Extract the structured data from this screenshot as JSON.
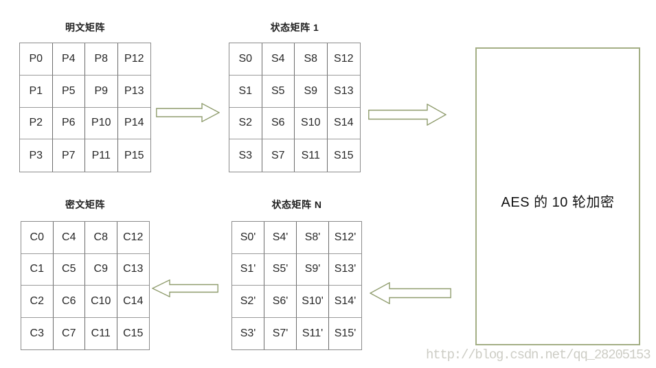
{
  "page": {
    "background": "#ffffff"
  },
  "colors": {
    "shape_stroke": "#8f9c6d",
    "box_stroke": "#a3ae84",
    "table_line": "#6b6b6b",
    "cell_text": "#262626",
    "watermark_text": "#cdcdc5"
  },
  "matrices": [
    {
      "id": "plaintext",
      "title": "明文矩阵",
      "cells": [
        [
          "P0",
          "P4",
          "P8",
          "P12"
        ],
        [
          "P1",
          "P5",
          "P9",
          "P13"
        ],
        [
          "P2",
          "P6",
          "P10",
          "P14"
        ],
        [
          "P3",
          "P7",
          "P11",
          "P15"
        ]
      ]
    },
    {
      "id": "state1",
      "title": "状态矩阵 1",
      "cells": [
        [
          "S0",
          "S4",
          "S8",
          "S12"
        ],
        [
          "S1",
          "S5",
          "S9",
          "S13"
        ],
        [
          "S2",
          "S6",
          "S10",
          "S14"
        ],
        [
          "S3",
          "S7",
          "S11",
          "S15"
        ]
      ]
    },
    {
      "id": "ciphertext",
      "title": "密文矩阵",
      "cells": [
        [
          "C0",
          "C4",
          "C8",
          "C12"
        ],
        [
          "C1",
          "C5",
          "C9",
          "C13"
        ],
        [
          "C2",
          "C6",
          "C10",
          "C14"
        ],
        [
          "C3",
          "C7",
          "C11",
          "C15"
        ]
      ]
    },
    {
      "id": "stateN",
      "title": "状态矩阵 N",
      "cells": [
        [
          "S0'",
          "S4'",
          "S8'",
          "S12'"
        ],
        [
          "S1'",
          "S5'",
          "S9'",
          "S13'"
        ],
        [
          "S2'",
          "S6'",
          "S10'",
          "S14'"
        ],
        [
          "S3'",
          "S7'",
          "S11'",
          "S15'"
        ]
      ]
    }
  ],
  "aes_box": {
    "label": "AES 的 10 轮加密"
  },
  "arrows": [
    {
      "name": "arrow-plaintext-to-state1",
      "direction": "right"
    },
    {
      "name": "arrow-state1-to-aes",
      "direction": "right"
    },
    {
      "name": "arrow-aes-to-stateN",
      "direction": "left"
    },
    {
      "name": "arrow-stateN-to-ciphertext",
      "direction": "left"
    }
  ],
  "watermark": "http://blog.csdn.net/qq_28205153"
}
